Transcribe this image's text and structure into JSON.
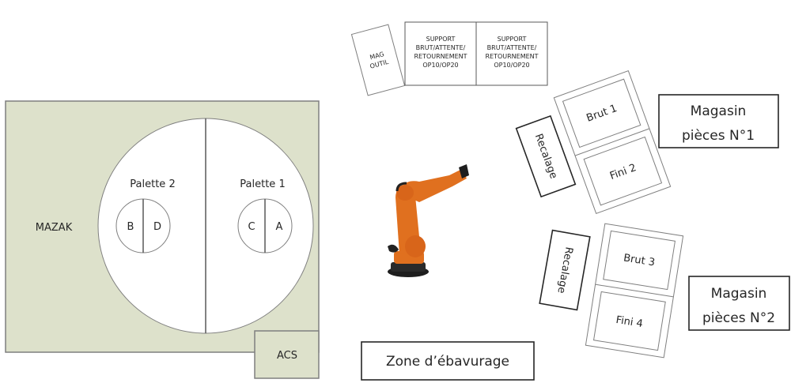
{
  "machine": {
    "name": "MAZAK",
    "fill_color": "#dde1cb",
    "stroke_color": "#7f7f7f",
    "pallets": [
      {
        "label": "Palette 2",
        "positions": [
          "B",
          "D"
        ]
      },
      {
        "label": "Palette 1",
        "positions": [
          "C",
          "A"
        ]
      }
    ],
    "acs_label": "ACS"
  },
  "tool_magazine": {
    "lines": [
      "MAG",
      "OUTIL"
    ]
  },
  "supports": [
    {
      "lines": [
        "SUPPORT",
        "BRUT/ATTENTE/",
        "RETOURNEMENT",
        "OP10/OP20"
      ]
    },
    {
      "lines": [
        "SUPPORT",
        "BRUT/ATTENTE/",
        "RETOURNEMENT",
        "OP10/OP20"
      ]
    }
  ],
  "robot": {
    "icon": "industrial-robot-arm-icon",
    "color": "#e0701f"
  },
  "storage_1": {
    "recalage_label": "Recalage",
    "slots": [
      "Brut 1",
      "Fini 2"
    ],
    "magasin_lines": [
      "Magasin",
      "pièces N°1"
    ]
  },
  "storage_2": {
    "recalage_label": "Recalage",
    "slots": [
      "Brut 3",
      "Fini 4"
    ],
    "magasin_lines": [
      "Magasin",
      "pièces N°2"
    ]
  },
  "deburring_zone": {
    "label": "Zone d’ébavurage"
  }
}
